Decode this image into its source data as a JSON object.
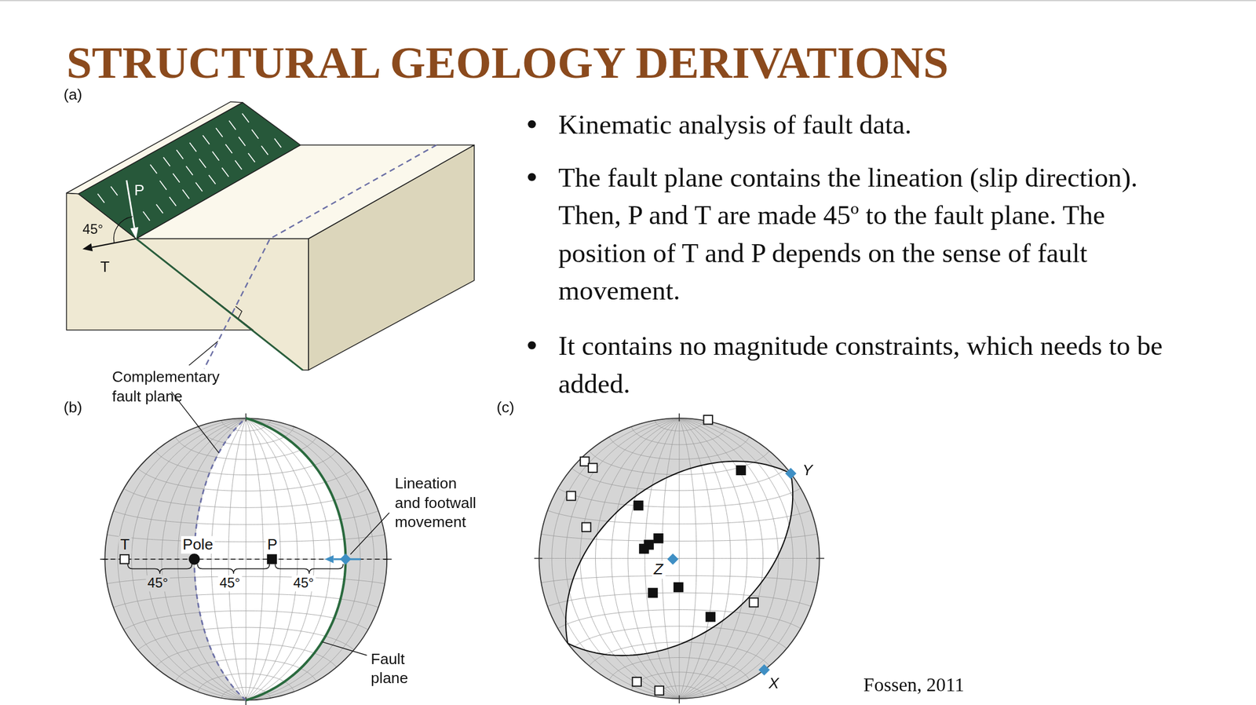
{
  "diagram": {
    "title": "STRUCTURAL GEOLOGY DERIVATIONS",
    "labels": [
      "(a)",
      "P",
      "45°",
      "T",
      "Complementary fault plane",
      "(b)",
      "T",
      "Pole",
      "P",
      "45°",
      "45°",
      "45°",
      "Lineation and footwall movement",
      "Fault plane",
      "(c)",
      "Y",
      "Z",
      "X",
      "Kinematic analysis of fault data.",
      "The fault plane contains the lineation (slip direction). Then, P and T are made 45º to the fault plane. The position of T and P depends on the sense of fault movement.",
      "It contains no magnitude constraints, which needs to be added.",
      "Fossen, 2011"
    ]
  }
}
